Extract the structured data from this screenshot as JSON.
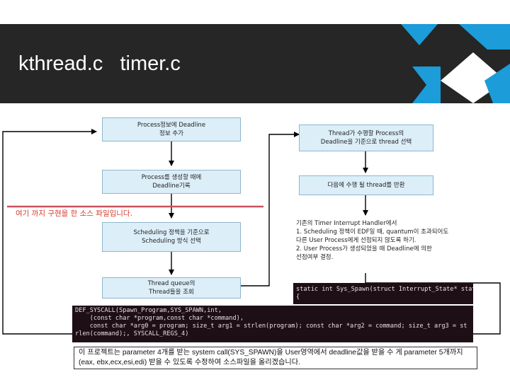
{
  "header": {
    "title": "kthread.c   timer.c",
    "accent_color": "#1c9cd8",
    "background_color": "#262626"
  },
  "flow": {
    "left_boxes": [
      "Process정보에 Deadline\n정보 추가",
      "Process를 생성할 때에\nDeadline기록",
      "Scheduling 정책을 기준으로\nScheduling 방식 선택",
      "Thread queue의\nThread들을 조회"
    ],
    "right_boxes": [
      "Thread가 수행할 Process의\nDeadline을 기준으로 thread 선택",
      "다음에 수행 될 thread를 반환"
    ],
    "right_text": "기존의 Timer Interrupt Handler에서\n1. Scheduling 정책이 EDF일 때, quantum이 초과되어도\n다른 User Process에게 선점되지 않도록 하기.\n2. User Process가 생성되었을 때 Deadline에 의한\n선점여부 결정."
  },
  "note": {
    "text": "여기 까지 구현을 한 소스 파일입니다.",
    "color": "#d33a2a"
  },
  "code_snippets": {
    "signature": "static int Sys_Spawn(struct Interrupt_State* state)\n{",
    "syscall": "DEF_SYSCALL(Spawn_Program,SYS_SPAWN,int,\n    (const char *program,const char *command),\n    const char *arg0 = program; size_t arg1 = strlen(program); const char *arg2 = command; size_t arg3 = st\nrlen(command);, SYSCALL_REGS_4)"
  },
  "caption": {
    "text": "이 프로젝트는 parameter 4개를 받는 system call(SYS_SPAWN)을 User영역에서 deadline값을 받을 수 게 parameter 5개까지(eax, ebx,ecx,esi,edi) 받을 수 있도록 수정하여 소스파일을 올리겠습니다."
  }
}
